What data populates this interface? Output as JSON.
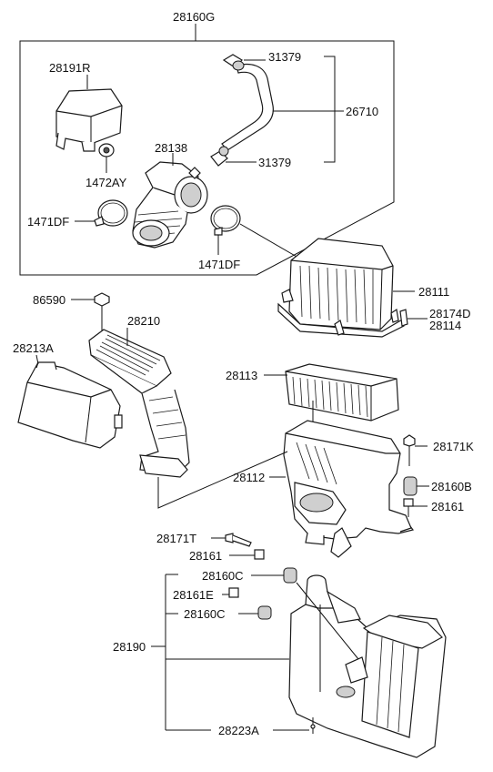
{
  "labels": {
    "assembly_top": "28160G",
    "resonator_cap": "28191R",
    "clamp_top": "31379",
    "breather_hose": "26710",
    "intake_hose": "28138",
    "clamp_bottom": "31379",
    "grommet": "1472AY",
    "hose_clamp_left": "1471DF",
    "hose_clamp_right": "1471DF",
    "cleaner_cover": "28111",
    "clip_a": "28174D",
    "clip_b": "28114",
    "bolt_top": "86590",
    "intake_duct": "28210",
    "duct_cover": "28213A",
    "filter_element": "28113",
    "bolt_k_right": "28171K",
    "cleaner_body": "28112",
    "bushing_b": "28160B",
    "bolt_right": "28161",
    "bolt_t": "28171T",
    "bolt_mid": "28161",
    "bushing_c_top": "28160C",
    "bolt_e": "28161E",
    "bushing_c_bottom": "28160C",
    "resonator_assy": "28190",
    "drain_plug": "28223A"
  },
  "colors": {
    "line": "#111111",
    "fill": "#ffffff",
    "shade": "#cfcfcf",
    "dark": "#555555"
  }
}
